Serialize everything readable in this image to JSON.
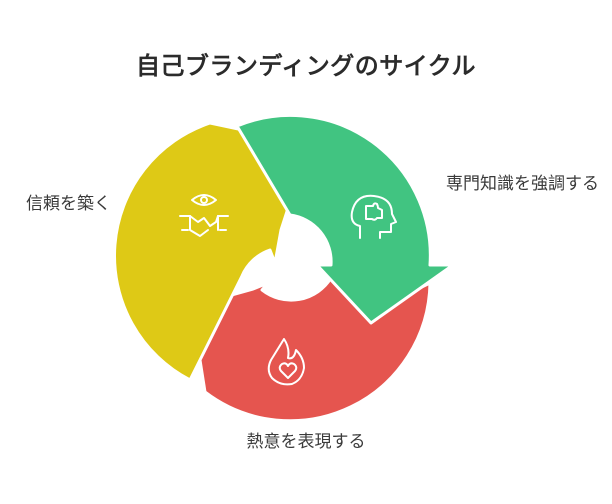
{
  "title": "自己ブランディングのサイクル",
  "steps": [
    {
      "id": "trust",
      "label": "信頼を築く",
      "color": "#DEC916",
      "icon": "eye-handshake-icon"
    },
    {
      "id": "expertise",
      "label": "専門知識を強調する",
      "color": "#41C481",
      "icon": "head-puzzle-icon"
    },
    {
      "id": "passion",
      "label": "熱意を表現する",
      "color": "#E5554F",
      "icon": "flame-heart-icon"
    }
  ]
}
